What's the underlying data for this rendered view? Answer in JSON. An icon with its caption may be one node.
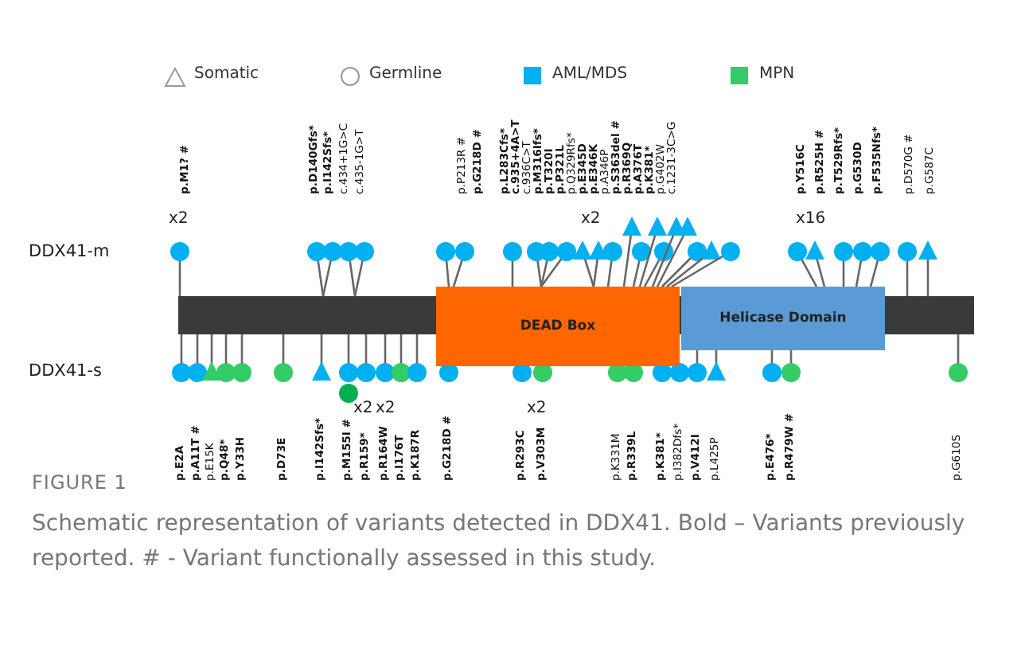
{
  "diagram": {
    "caption": "Schematic representation of variants detected in DDX41. Bold – Variants previously reported. # - Variant functionally assessed in this study.",
    "nodes": [
      {
        "text": [
          "DEAD Box"
        ]
      },
      {
        "text": [
          "Helicase Domain"
        ]
      }
    ],
    "labels": [
      "p.M1? #",
      "p.D140Gfs*",
      "p.I142Sfs*",
      "c.434+1G>C",
      "c.435-1G>T",
      "p.P213R #",
      "p.G218D #",
      "p.L283Cfs*",
      "c.935+4A>T",
      "c.936C>T",
      "p.M316Ifs*",
      "p.T320I",
      "p.P321L",
      "p.Q329Rfs*",
      "p.E345D",
      "p.E346K",
      "p.A346P",
      "p.S363del #",
      "p.R369Q",
      "p.A376T",
      "p.K381*",
      "p.G402W",
      "c.1231-3C>G",
      "p.Y516C",
      "p.R525H #",
      "p.T529Rfs*",
      "p.G530D",
      "p.F535Nfs*",
      "p.D570G #",
      "p.G587C",
      "x2",
      "x2",
      "x16",
      "DDX41-m",
      "DDX41-s",
      "x2",
      "x2",
      "x2",
      "p.E2A",
      "p.A11T #",
      "p.E15K",
      "p.Q48*",
      "p.Y33H",
      "p.D73E",
      "p.I142Sfs*",
      "p.M155I #",
      "p.R159*",
      "p.R164W",
      "p.I176T",
      "p.K187R",
      "p.G218D #",
      "p.R293C",
      "p.V303M",
      "p.K331M",
      "p.R339L",
      "p.K381*",
      "p.I382Dfs*",
      "p.V412I",
      "p.L425P",
      "p.E476*",
      "p.R479W #",
      "p.G610S",
      "FIGURE 1"
    ],
    "legend": [
      {
        "text": "Somatic"
      },
      {
        "text": "Germline"
      },
      {
        "text": "AML/MDS",
        "color": "#00b0f0"
      },
      {
        "text": "MPN",
        "color": "#33cc66"
      }
    ]
  }
}
